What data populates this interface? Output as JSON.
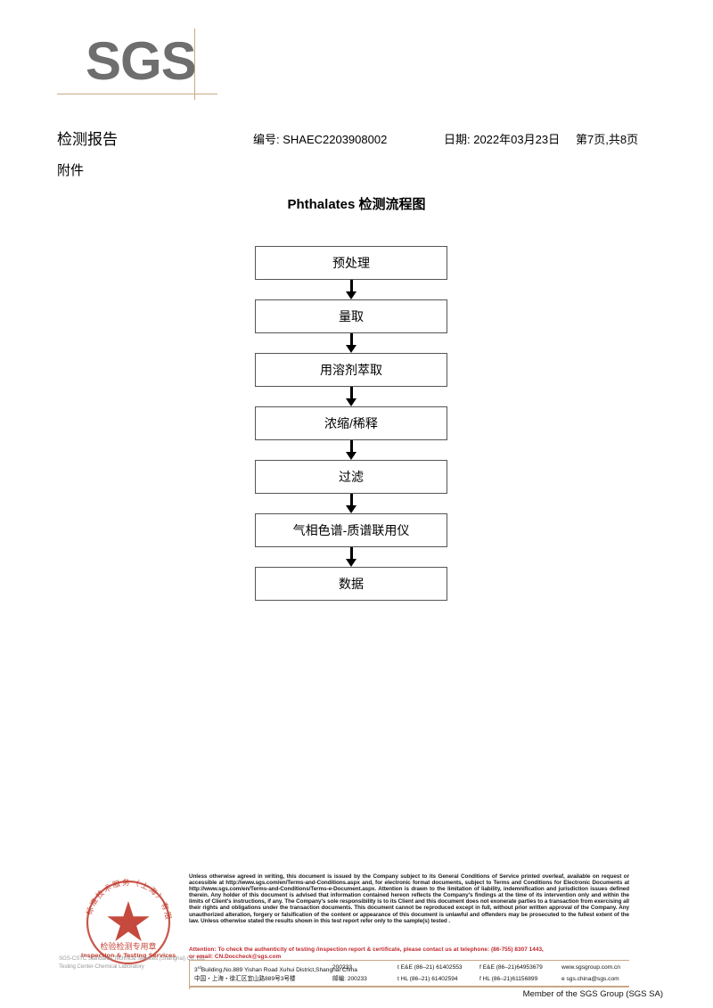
{
  "logo": {
    "text": "SGS",
    "color": "#6e6e6e",
    "rule_color": "#c9a882"
  },
  "header": {
    "report_title": "检测报告",
    "report_no": "编号: SHAEC2203908002",
    "date": "日期: 2022年03月23日",
    "page": "第7页,共8页",
    "attachment_label": "附件"
  },
  "flowchart": {
    "title": "Phthalates 检测流程图",
    "steps": [
      {
        "label": "预处理"
      },
      {
        "label": "量取"
      },
      {
        "label": "用溶剂萃取"
      },
      {
        "label": "浓缩/稀释"
      },
      {
        "label": "过滤"
      },
      {
        "label": "气相色谱-质谱联用仪"
      },
      {
        "label": "数据"
      }
    ]
  },
  "stamp": {
    "outer_ring_text": "标准技术服务（上海）有限公司",
    "center_cn": "检验检测专用章",
    "center_en": "Inspection & Testing Services",
    "color": "#c0392b",
    "grey_text_line1": "SGS-CSTC Standards Technical Services (Shanghai) Co.,Ltd.",
    "grey_text_line2": "Testing Center-Chemical Laboratory"
  },
  "footer": {
    "legal_paragraph": "Unless otherwise agreed in writing, this document is issued by the Company subject to its General Conditions of Service printed overleaf, available on request or accessible at http://www.sgs.com/en/Terms-and-Conditions.aspx and, for electronic format documents, subject to Terms and Conditions for Electronic Documents at http://www.sgs.com/en/Terms-and-Conditions/Terms-e-Document.aspx. Attention is drawn to the limitation of liability, indemnification and jurisdiction issues defined therein. Any holder of this document is advised that information contained hereon reflects the Company's findings at the time of its intervention only and within the limits of Client's instructions, if any. The Company's sole responsibility is to its Client and this document does not exonerate parties to a transaction from exercising all their rights and obligations under the transaction documents. This document cannot be reproduced except in full, without prior written approval of the Company. Any unauthorized alteration, forgery or falsification of the content or appearance of this document is unlawful and offenders may be prosecuted to the fullest extent of the law. Unless otherwise stated the results shown in this test report refer only to the sample(s) tested .",
    "attention_line1": "Attention: To check the authenticity of testing /inspection report & certificate, please contact us at telephone: (86-755) 8307 1443,",
    "attention_line2": "or email: CN.Doccheck@sgs.com",
    "attention_color": "#c1272d",
    "address_en": "Building,No.889 Yishan Road Xuhui District,Shanghai China",
    "address_en_prefix": "3",
    "address_en_sup": "rd",
    "address_cn": "中国・上海・徐汇区宜山路889号3号楼",
    "zip_en": "200233",
    "zip_cn": "邮编: 200233",
    "tel_ee": "t E&E (86–21) 61402553",
    "fax_ee": "f E&E (86–21)64953679",
    "website": "www.sgsgroup.com.cn",
    "tel_hl": "t HL (86–21) 61402594",
    "fax_hl": "f HL (86–21)61156899",
    "email": "e  sgs.china@sgs.com",
    "member_line": "Member of the SGS Group (SGS SA)"
  }
}
